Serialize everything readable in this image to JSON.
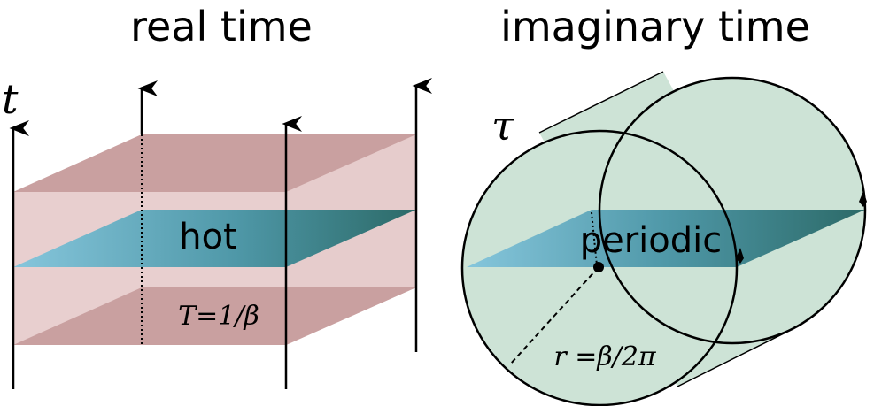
{
  "panels": {
    "real": {
      "title": "real time",
      "axis_label": "t",
      "slab_label": "hot",
      "temperature_label": "T=1/β"
    },
    "imaginary": {
      "title": "imaginary time",
      "axis_label": "τ",
      "slab_label": "periodic",
      "radius_label": "r =β/2π"
    }
  },
  "colors": {
    "slab_dark": "#c9a0a0",
    "slab_light": "#e8cfcf",
    "hot_plane_start": "#7ec0d8",
    "hot_plane_end": "#2f6e6e",
    "cylinder_fill": "#cde3d6",
    "line": "#000000"
  }
}
